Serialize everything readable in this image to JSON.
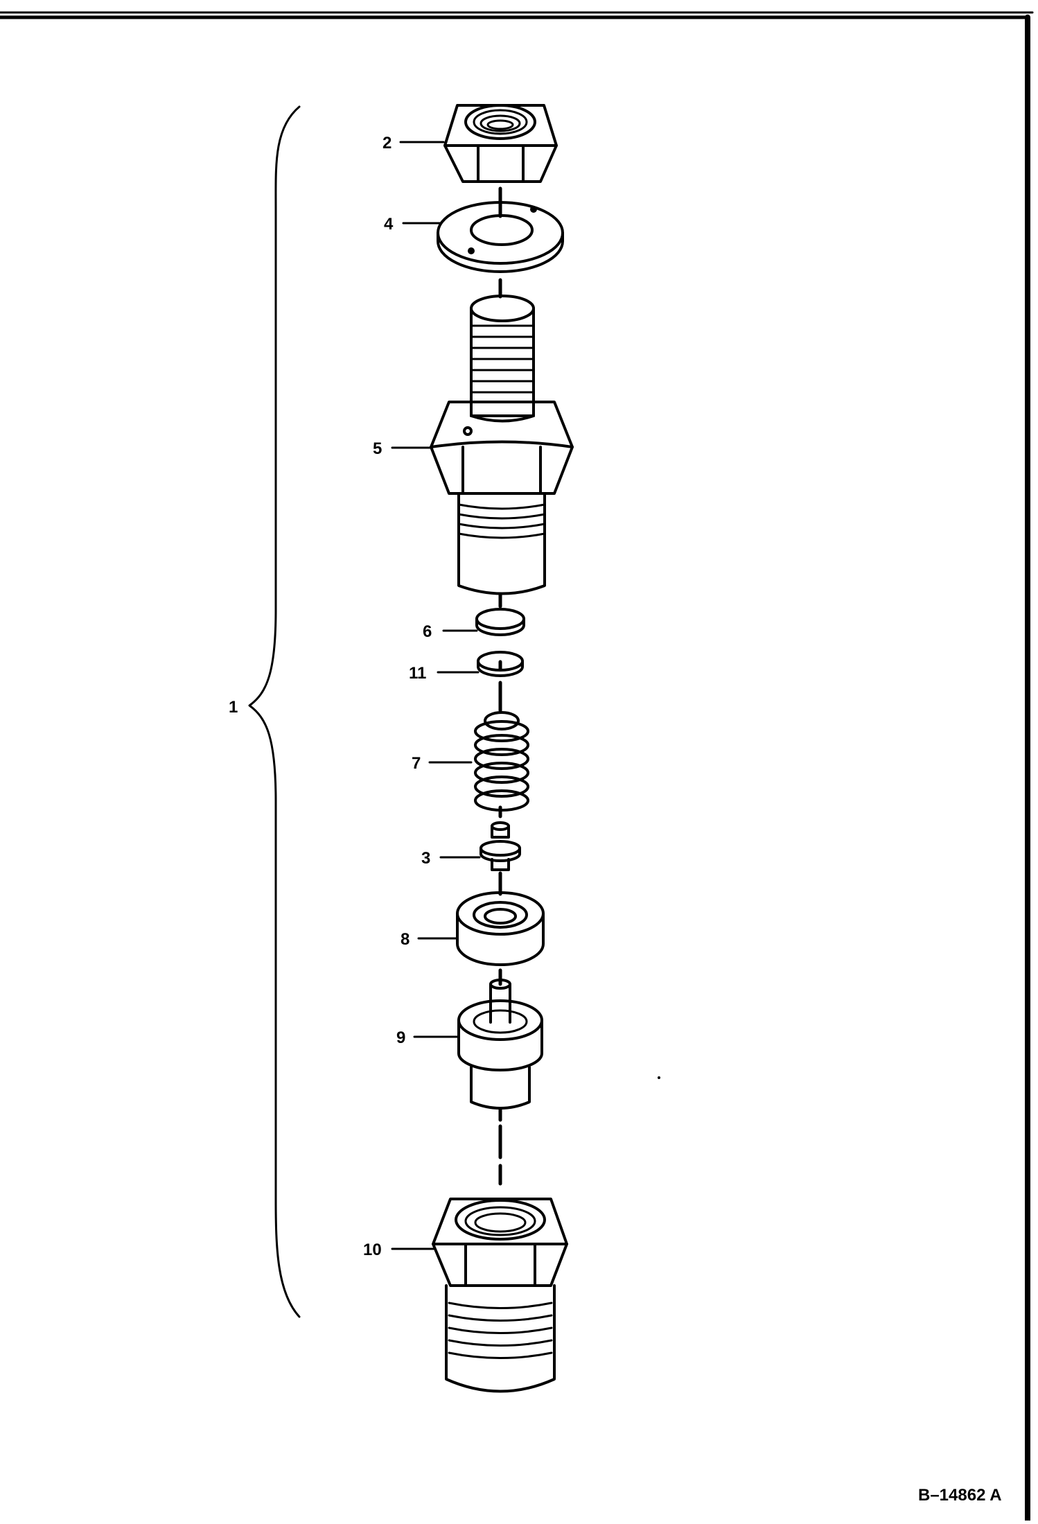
{
  "figure": {
    "reference_code": "B–14862 A",
    "assembly_callout": "1",
    "part_callouts": {
      "nut": "2",
      "washer": "4",
      "holder_body": "5",
      "shim_a": "6",
      "shim_b": "11",
      "spring": "7",
      "push_rod": "3",
      "spacer": "8",
      "nozzle": "9",
      "retaining_nut": "10"
    }
  }
}
